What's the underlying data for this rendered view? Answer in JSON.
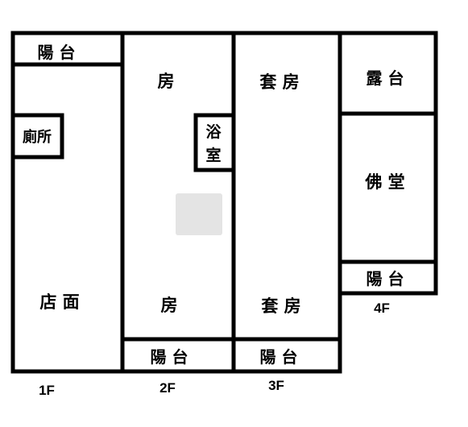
{
  "floors": {
    "f1": {
      "label": "1F",
      "rooms": {
        "balcony": "陽 台",
        "toilet": "廁所",
        "shop": "店 面"
      }
    },
    "f2": {
      "label": "2F",
      "rooms": {
        "room_top": "房",
        "bath_line1": "浴",
        "bath_line2": "室",
        "room_bottom": "房",
        "balcony": "陽 台"
      }
    },
    "f3": {
      "label": "3F",
      "rooms": {
        "suite_top": "套 房",
        "suite_bottom": "套 房",
        "balcony": "陽 台"
      }
    },
    "f4": {
      "label": "4F",
      "rooms": {
        "terrace": "露 台",
        "shrine": "佛 堂",
        "balcony": "陽 台"
      }
    }
  },
  "colors": {
    "line": "#000000",
    "background": "#ffffff",
    "watermark": "#e4e4e4"
  }
}
